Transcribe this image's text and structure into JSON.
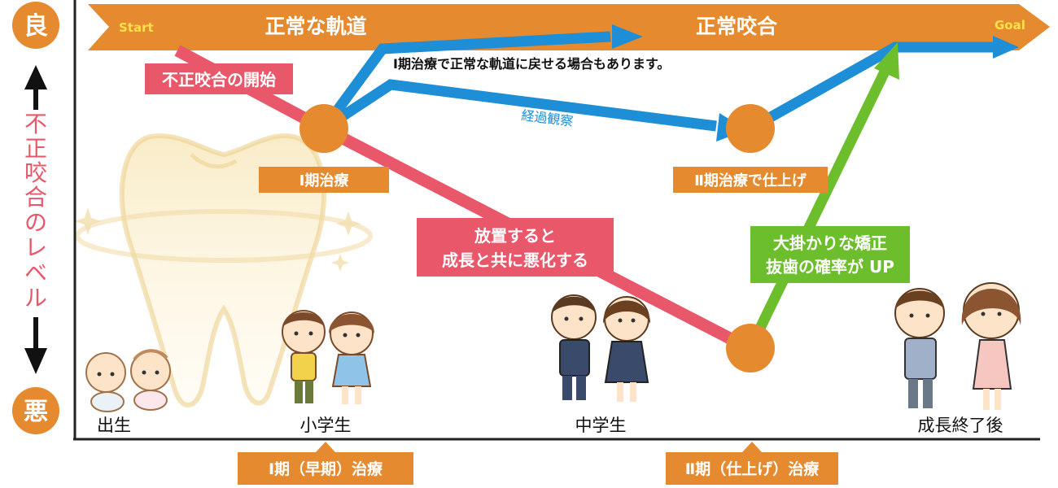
{
  "level_axis": {
    "good": "良",
    "bad": "悪",
    "label_chars": [
      "不",
      "正",
      "咬",
      "合",
      "の",
      "レ",
      "ベ",
      "ル"
    ]
  },
  "banner": {
    "start": "Start",
    "goal": "Goal",
    "left_title": "正常な軌道",
    "right_title": "正常咬合"
  },
  "notes": {
    "phase1_recovery": "Ⅰ期治療で正常な軌道に戻せる場合もあります。",
    "observation": "経過観察"
  },
  "labels": {
    "malocclusion_start": "不正咬合の開始",
    "phase1": "Ⅰ期治療",
    "phase2_finish": "Ⅱ期治療で仕上げ",
    "neglect_line1": "放置すると",
    "neglect_line2": "成長と共に悪化する",
    "major_line1": "大掛かりな矯正",
    "major_line2": "抜歯の確率が UP"
  },
  "stages": {
    "birth": "出生",
    "elementary": "小学生",
    "junior_high": "中学生",
    "adult": "成長終了後"
  },
  "phases": {
    "early": "Ⅰ期（早期）治療",
    "finishing": "Ⅱ期（仕上げ）治療"
  },
  "colors": {
    "orange": "#E58A2F",
    "red": "#E9586A",
    "blue": "#1E8ED6",
    "green": "#6DBE2C",
    "dark": "#222222"
  }
}
